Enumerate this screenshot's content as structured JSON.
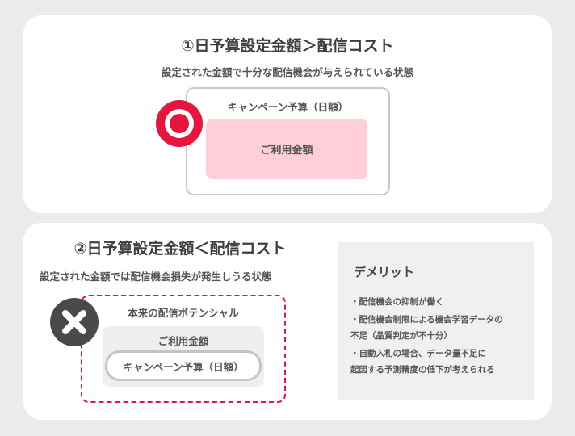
{
  "section1": {
    "title": "①日予算設定金額＞配信コスト",
    "subtitle": "設定された金額で十分な配信機会が与えられている状態",
    "box_label": "キャンペーン予算（日額）",
    "usage_label": "ご利用金額",
    "mark_icon": "circle-icon",
    "accent_color": "#e6153e",
    "usage_color": "#ffcfd9"
  },
  "section2": {
    "title": "②日予算設定金額＜配信コスト",
    "subtitle": "設定された金額では配信機会損失が発生しうる状態",
    "box_label": "本来の配信ポテンシャル",
    "usage_label": "ご利用金額",
    "budget_label": "キャンペーン予算（日額）",
    "mark_icon": "cross-icon",
    "accent_color": "#e6153e"
  },
  "demerits": {
    "title": "デメリット",
    "items": [
      {
        "lines": [
          "・配信機会の抑制が働く"
        ]
      },
      {
        "lines": [
          "・配信機会制限による機会学習データの",
          "不足（品質判定が不十分）"
        ]
      },
      {
        "lines": [
          "・自動入札の場合、データ量不足に",
          "起因する予測精度の低下が考えられる"
        ]
      }
    ]
  }
}
